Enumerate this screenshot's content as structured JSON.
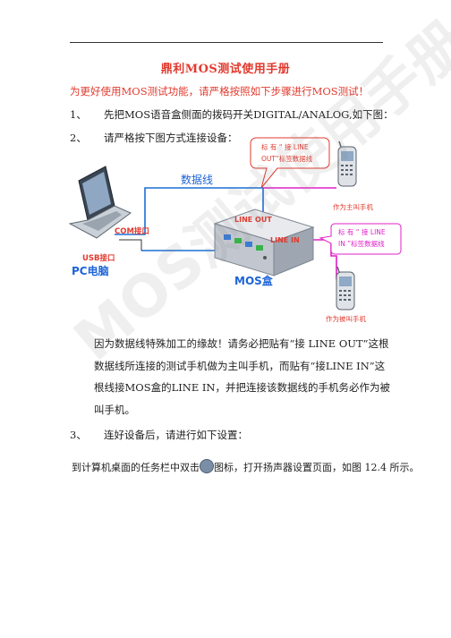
{
  "document": {
    "title": "鼎利MOS测试使用手册",
    "warning": "为更好使用MOS测试功能，请严格按照如下步骤进行MOS测试！",
    "steps": [
      {
        "num": "1、",
        "text": "先把MOS语音盒侧面的拨码开关DIGITAL/ANALOG,如下图："
      },
      {
        "num": "2、",
        "text": "请严格按下图方式连接设备："
      },
      {
        "num": "3、",
        "text": "连好设备后，请进行如下设置："
      }
    ],
    "explanation": "因为数据线特殊加工的缘故！请务必把贴有“接 LINE OUT”这根数据线所连接的测试手机做为主叫手机，而贴有“接LINE IN”这根线接MOS盒的LINE IN，并把连接该数据线的手机务必作为被叫手机。",
    "last_line_before": "到计算机桌面的任务栏中双击",
    "last_line_after": "图标，打开扬声器设置页面，如图 12.4 所示。",
    "watermark": "MOS测试使用手册"
  },
  "diagram": {
    "data_line_label": "数据线",
    "com_label": "COM接口",
    "usb_label": "USB接口",
    "pc_label": "PC电脑",
    "mos_box_label": "MOS盒",
    "line_out_label": "LINE OUT",
    "line_in_label": "LINE IN",
    "callout_out_line1": "标 有 “ 接 LINE",
    "callout_out_line2": "OUT”标签数据线",
    "callout_in_line1": "标 有 “ 接 LINE",
    "callout_in_line2": "IN ”标签数据线",
    "caller_label": "作为主叫手机",
    "callee_label": "作为被叫手机",
    "colors": {
      "data_line": "#1a6fd6",
      "magenta_line": "#e020c8",
      "red_text": "#e23a2e",
      "blue_text": "#1d64d8"
    }
  }
}
